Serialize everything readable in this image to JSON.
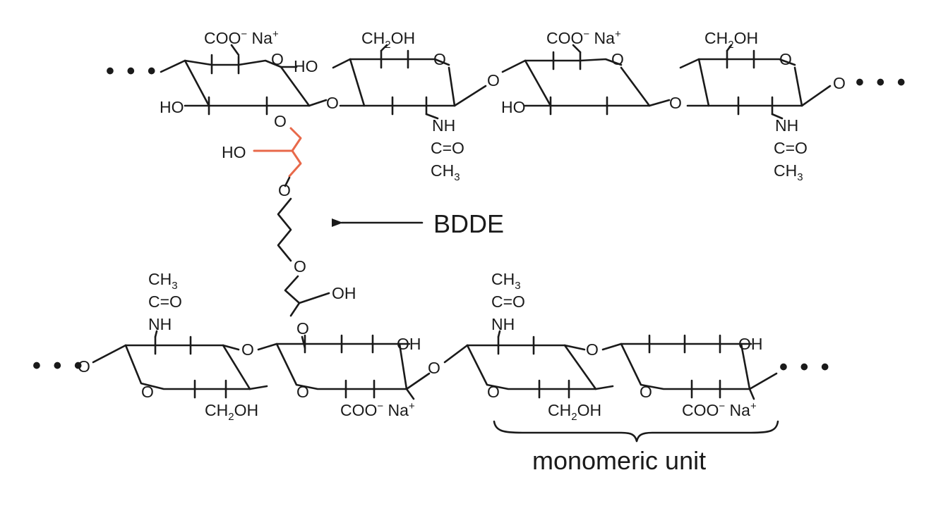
{
  "labels": {
    "coo": "COO",
    "minus": "−",
    "na": "Na",
    "plus": "+",
    "ch": "CH",
    "two": "2",
    "three": "3",
    "oh": "OH",
    "ho": "HO",
    "o": "O",
    "nh": "NH",
    "c_eq_o": "C=O",
    "ellipsis": "• • •"
  },
  "crosslinker": {
    "name": "BDDE",
    "color": "#e8694a"
  },
  "annotation": {
    "monomeric_unit": "monomeric unit"
  }
}
